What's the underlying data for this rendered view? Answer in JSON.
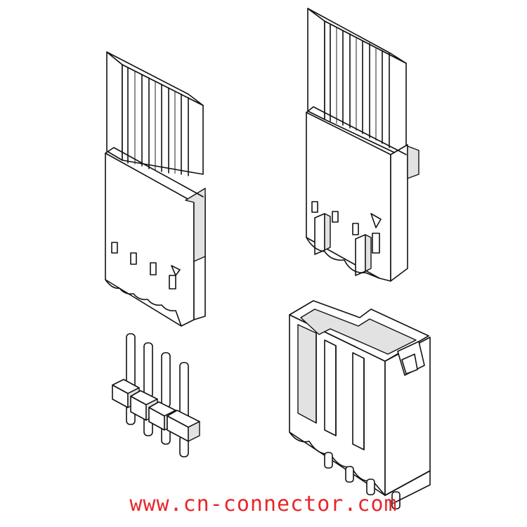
{
  "watermark": {
    "text": "www.cn-connector.com",
    "color": "#e8262a"
  },
  "colors": {
    "line": "#111111",
    "background": "#ffffff",
    "shade": "#e2e2e2"
  },
  "parts": [
    {
      "id": "housing-front",
      "description": "wire-to-board crimp housing, front view"
    },
    {
      "id": "housing-rear",
      "description": "wire-to-board crimp housing, rear view with polarizing ramp"
    },
    {
      "id": "pin-header",
      "description": "4-pin straight pin header"
    },
    {
      "id": "wafer",
      "description": "board-mount shrouded wafer"
    }
  ]
}
